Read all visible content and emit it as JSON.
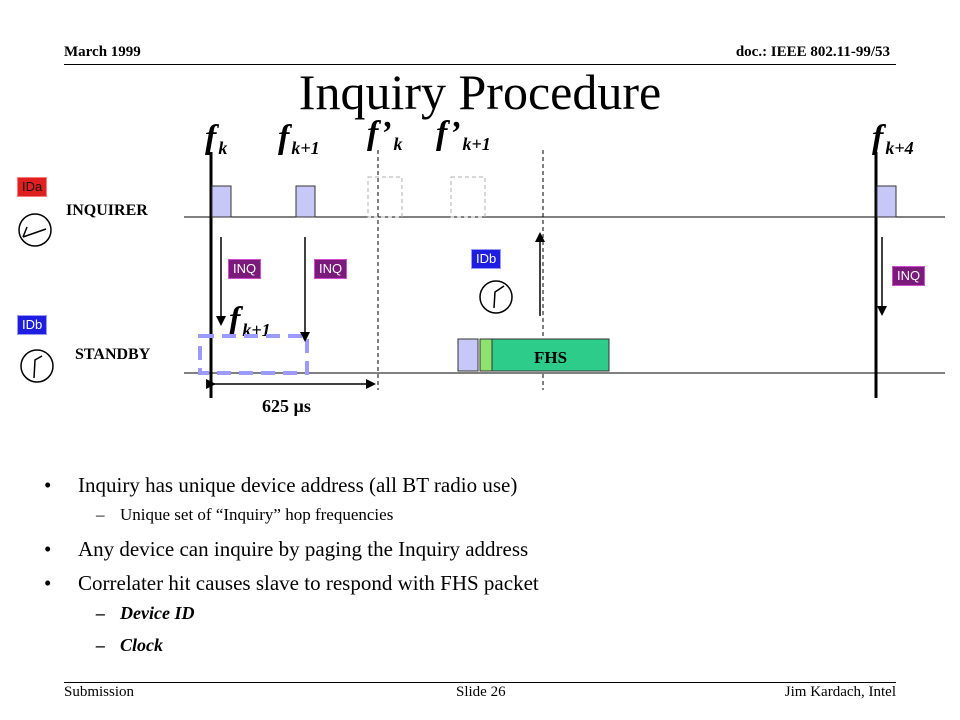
{
  "header": {
    "date": "March 1999",
    "doc": "doc.: IEEE 802.11-99/53"
  },
  "title": "Inquiry Procedure",
  "diagram": {
    "freq_labels": [
      {
        "base": "f",
        "sub": "k"
      },
      {
        "base": "f",
        "sub": "k+1"
      },
      {
        "base": "f’",
        "sub": "k"
      },
      {
        "base": "f’",
        "sub": "k+1"
      },
      {
        "base": "f",
        "sub": "k+4"
      },
      {
        "base": "f",
        "sub": "k+1"
      }
    ],
    "rows": {
      "inquirer": "INQUIRER",
      "standby": "STANDBY"
    },
    "tags": {
      "ida": "IDa",
      "idb_side": "IDb",
      "idb_mid": "IDb",
      "inq": "INQ"
    },
    "fhs": "FHS",
    "duration": "625 µs",
    "colors": {
      "inq_tag": "#7a1a7a",
      "id_tag": "#1e1ee0",
      "ida_tag": "#e0201e",
      "slot": "#c8c8f8",
      "fhs": "#2ecc8a",
      "fhs_sync": "#8ee26e",
      "dashed": "#9a9aff"
    }
  },
  "bullets": [
    {
      "level": 1,
      "text": "Inquiry has unique device address (all BT radio use)"
    },
    {
      "level": 2,
      "text": "Unique set of “Inquiry” hop frequencies"
    },
    {
      "level": 1,
      "text": "Any device can inquire by paging the Inquiry address"
    },
    {
      "level": 1,
      "text": "Correlater hit causes slave to respond with FHS packet"
    },
    {
      "level": 2,
      "text": "Device ID",
      "style": "italic"
    },
    {
      "level": 2,
      "text": "Clock",
      "style": "italic"
    }
  ],
  "footer": {
    "left": "Submission",
    "center": "Slide 26",
    "right": "Jim Kardach, Intel"
  }
}
